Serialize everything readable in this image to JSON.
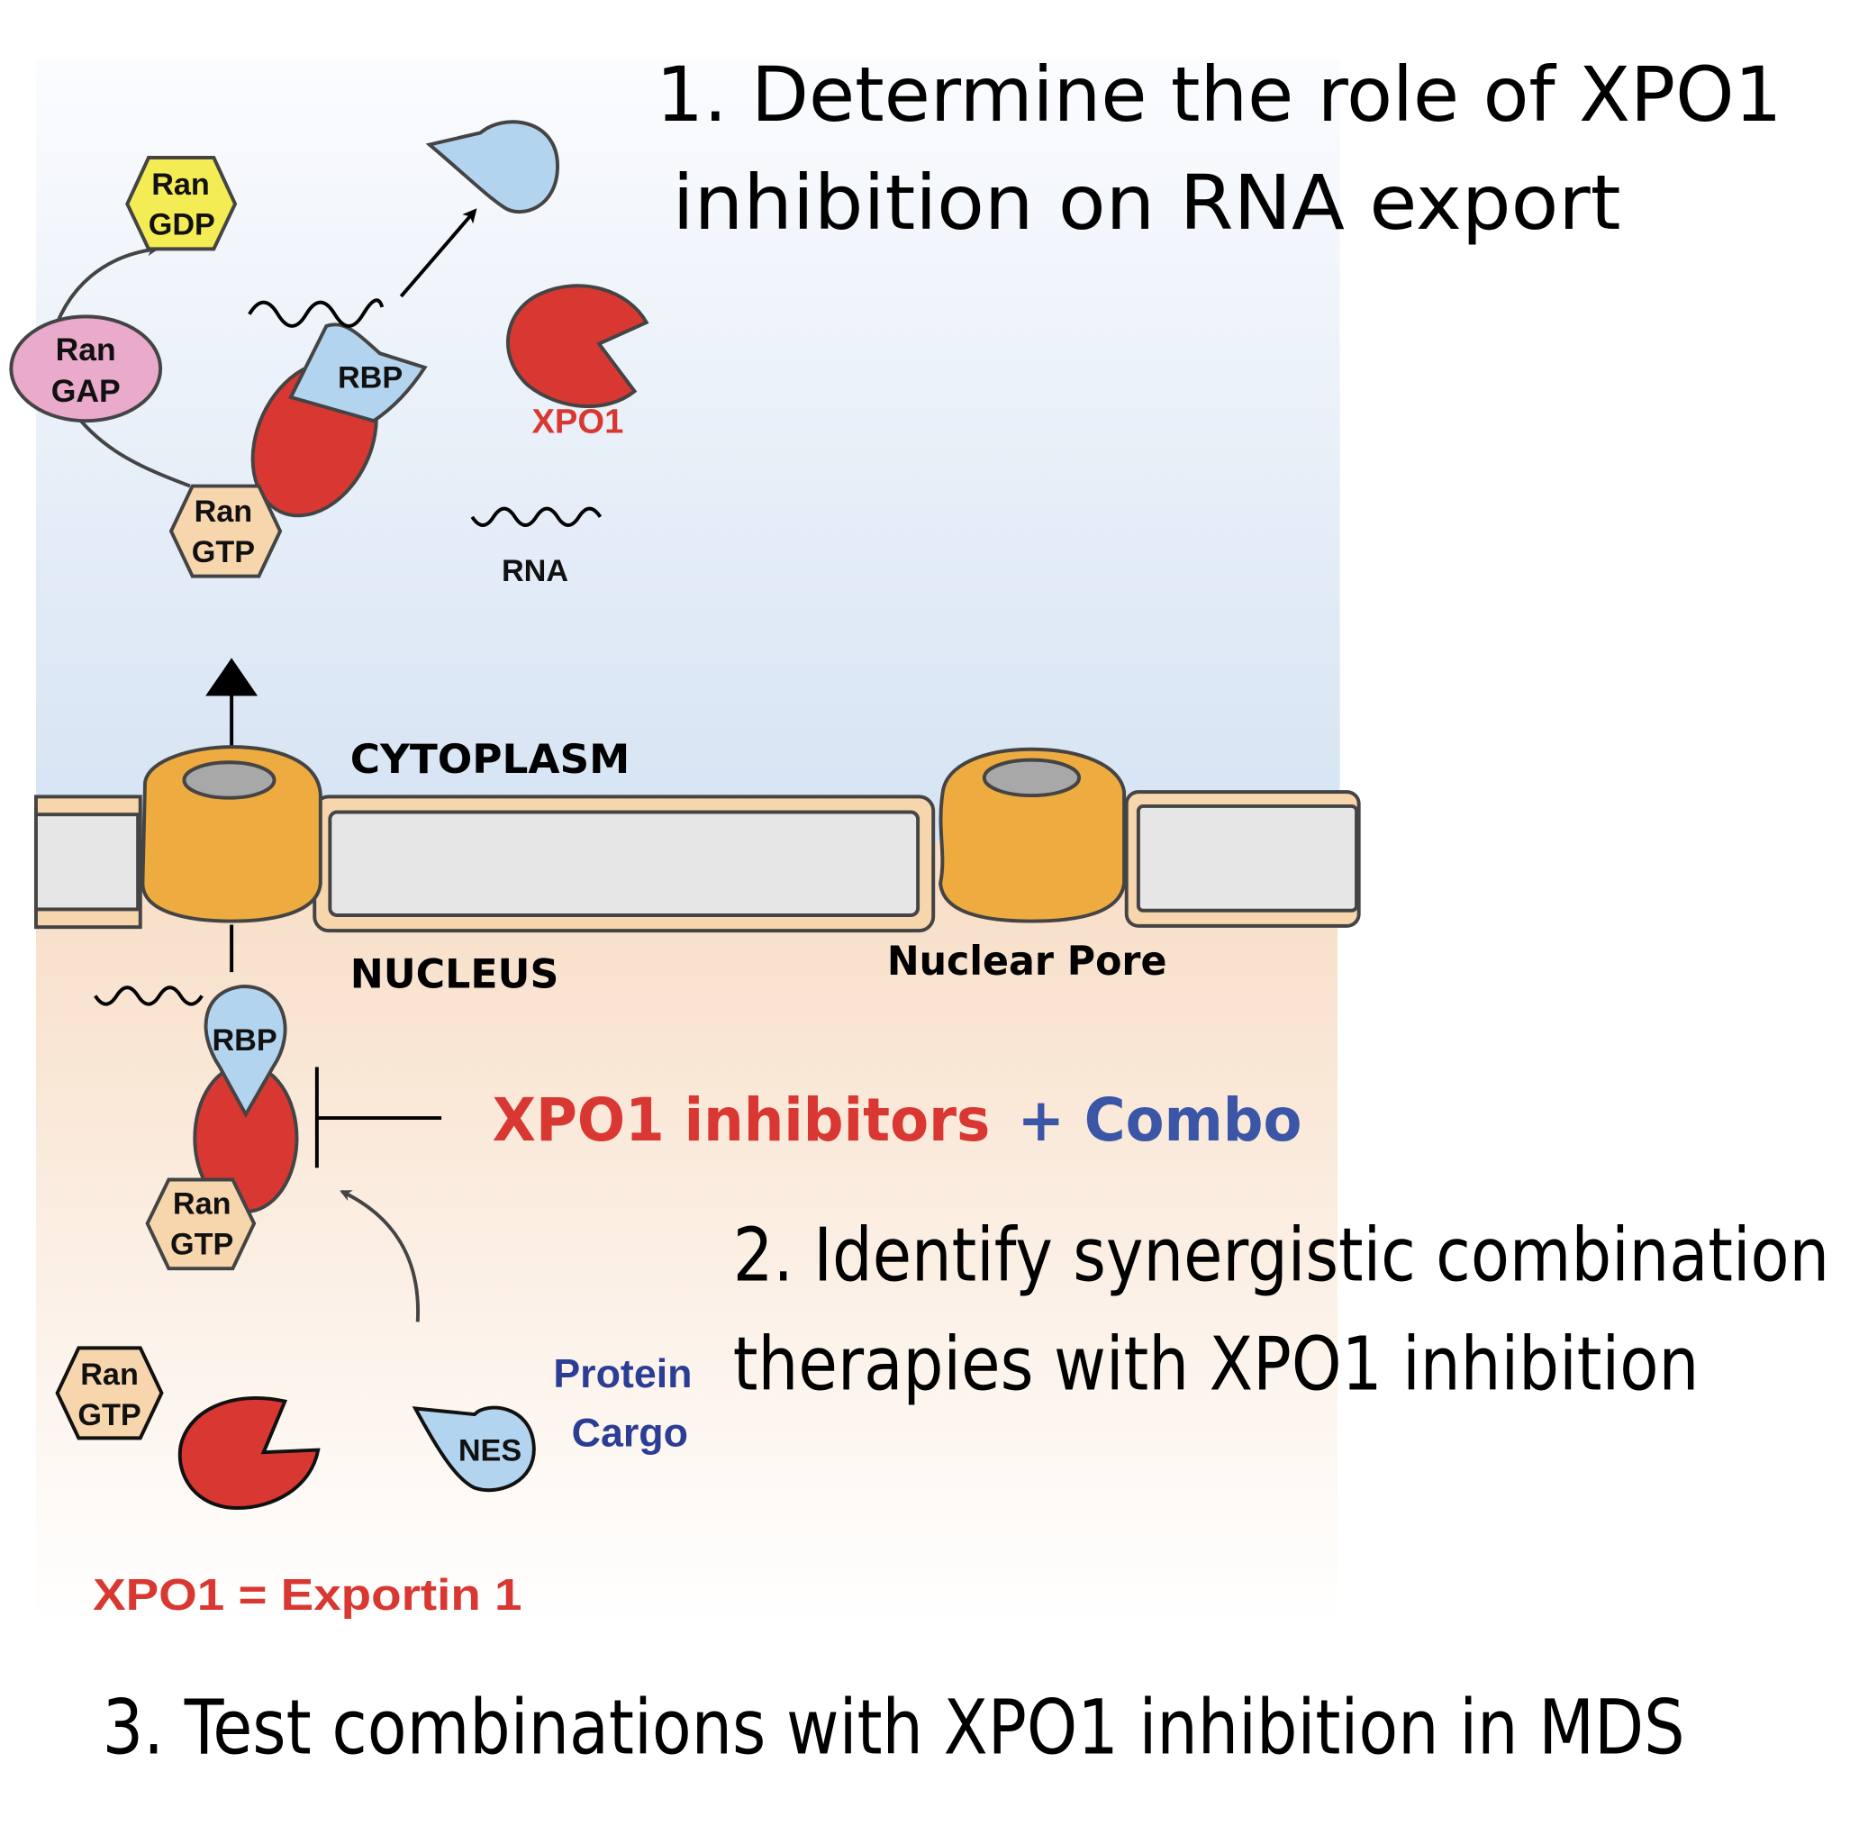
{
  "headings": {
    "step1_line1": "1. Determine the role of XPO1",
    "step1_line2": "inhibition on RNA export",
    "step2_line1": "2. Identify synergistic combination",
    "step2_line2": "therapies with XPO1 inhibition",
    "step3": "3. Test combinations with XPO1 inhibition in MDS"
  },
  "compartments": {
    "cytoplasm": "CYTOPLASM",
    "nucleus": "NUCLEUS",
    "nuclear_pore": "Nuclear Pore"
  },
  "molecules": {
    "ran_gdp": [
      "Ran",
      "GDP"
    ],
    "ran_gap": [
      "Ran",
      "GAP"
    ],
    "ran_gtp": [
      "Ran",
      "GTP"
    ],
    "rbp": "RBP",
    "xpo1": "XPO1",
    "rna": "RNA",
    "nes": "NES",
    "protein_cargo": [
      "Protein",
      "Cargo"
    ]
  },
  "inhibitor": {
    "drug": "XPO1 inhibitors",
    "combo": "+ Combo"
  },
  "legend": "XPO1 = Exportin 1",
  "colors": {
    "xpo1_red": "#d93731",
    "combo_blue": "#3b56a6",
    "cargo_blue": "#2b3d94",
    "rbp_blue": "#b3d4ef",
    "ran_gtp_peach": "#f7d6ad",
    "ran_gdp_yellow": "#f4ec55",
    "ran_gap_pink": "#e9aacb",
    "pore_orange": "#eeab40",
    "cytoplasm_bg": "#d6e4f3",
    "nucleus_bg": "#f7dfc6"
  }
}
